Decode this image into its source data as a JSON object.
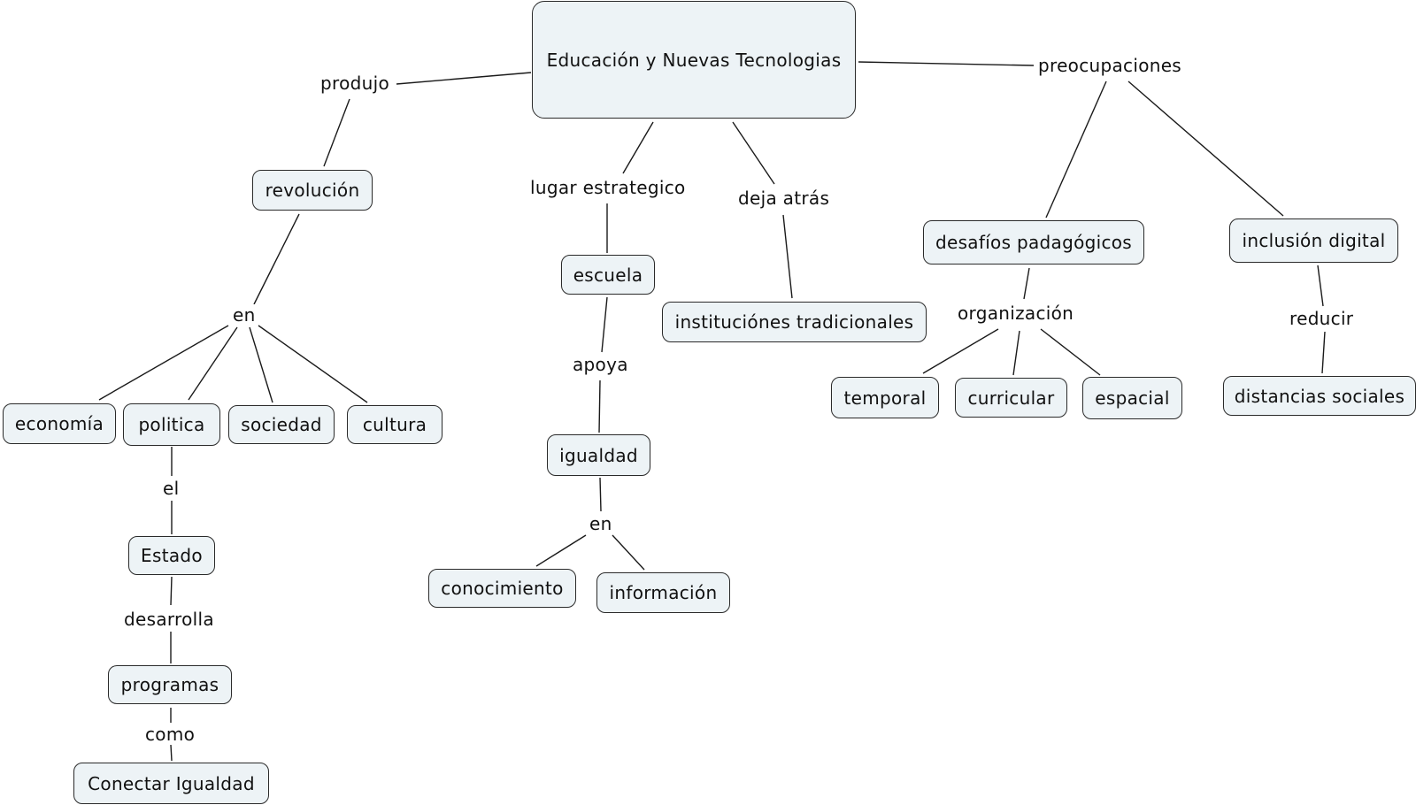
{
  "concepts": {
    "root": "Educación y Nuevas Tecnologias",
    "revolucion": "revolución",
    "economia": "economía",
    "politica": "politica",
    "sociedad": "sociedad",
    "cultura": "cultura",
    "estado": "Estado",
    "programas": "programas",
    "conectar": "Conectar Igualdad",
    "escuela": "escuela",
    "igualdad": "igualdad",
    "conocimiento": "conocimiento",
    "informacion": "información",
    "instituciones": "instituciónes tradicionales",
    "desafios": "desafíos padagógicos",
    "temporal": "temporal",
    "curricular": "curricular",
    "espacial": "espacial",
    "inclusion": "inclusión digital",
    "distancias": "distancias sociales"
  },
  "links": {
    "produjo": "produjo",
    "en_revolucion": "en",
    "el": "el",
    "desarrolla": "desarrolla",
    "como": "como",
    "lugar": "lugar estrategico",
    "apoya": "apoya",
    "en_igualdad": "en",
    "deja": "deja atrás",
    "preocupaciones": "preocupaciones",
    "organizacion": "organización",
    "reducir": "reducir"
  },
  "colors": {
    "node_fill": "#edf3f6",
    "node_border": "#2a2a2a",
    "line": "#1a1a1a"
  }
}
